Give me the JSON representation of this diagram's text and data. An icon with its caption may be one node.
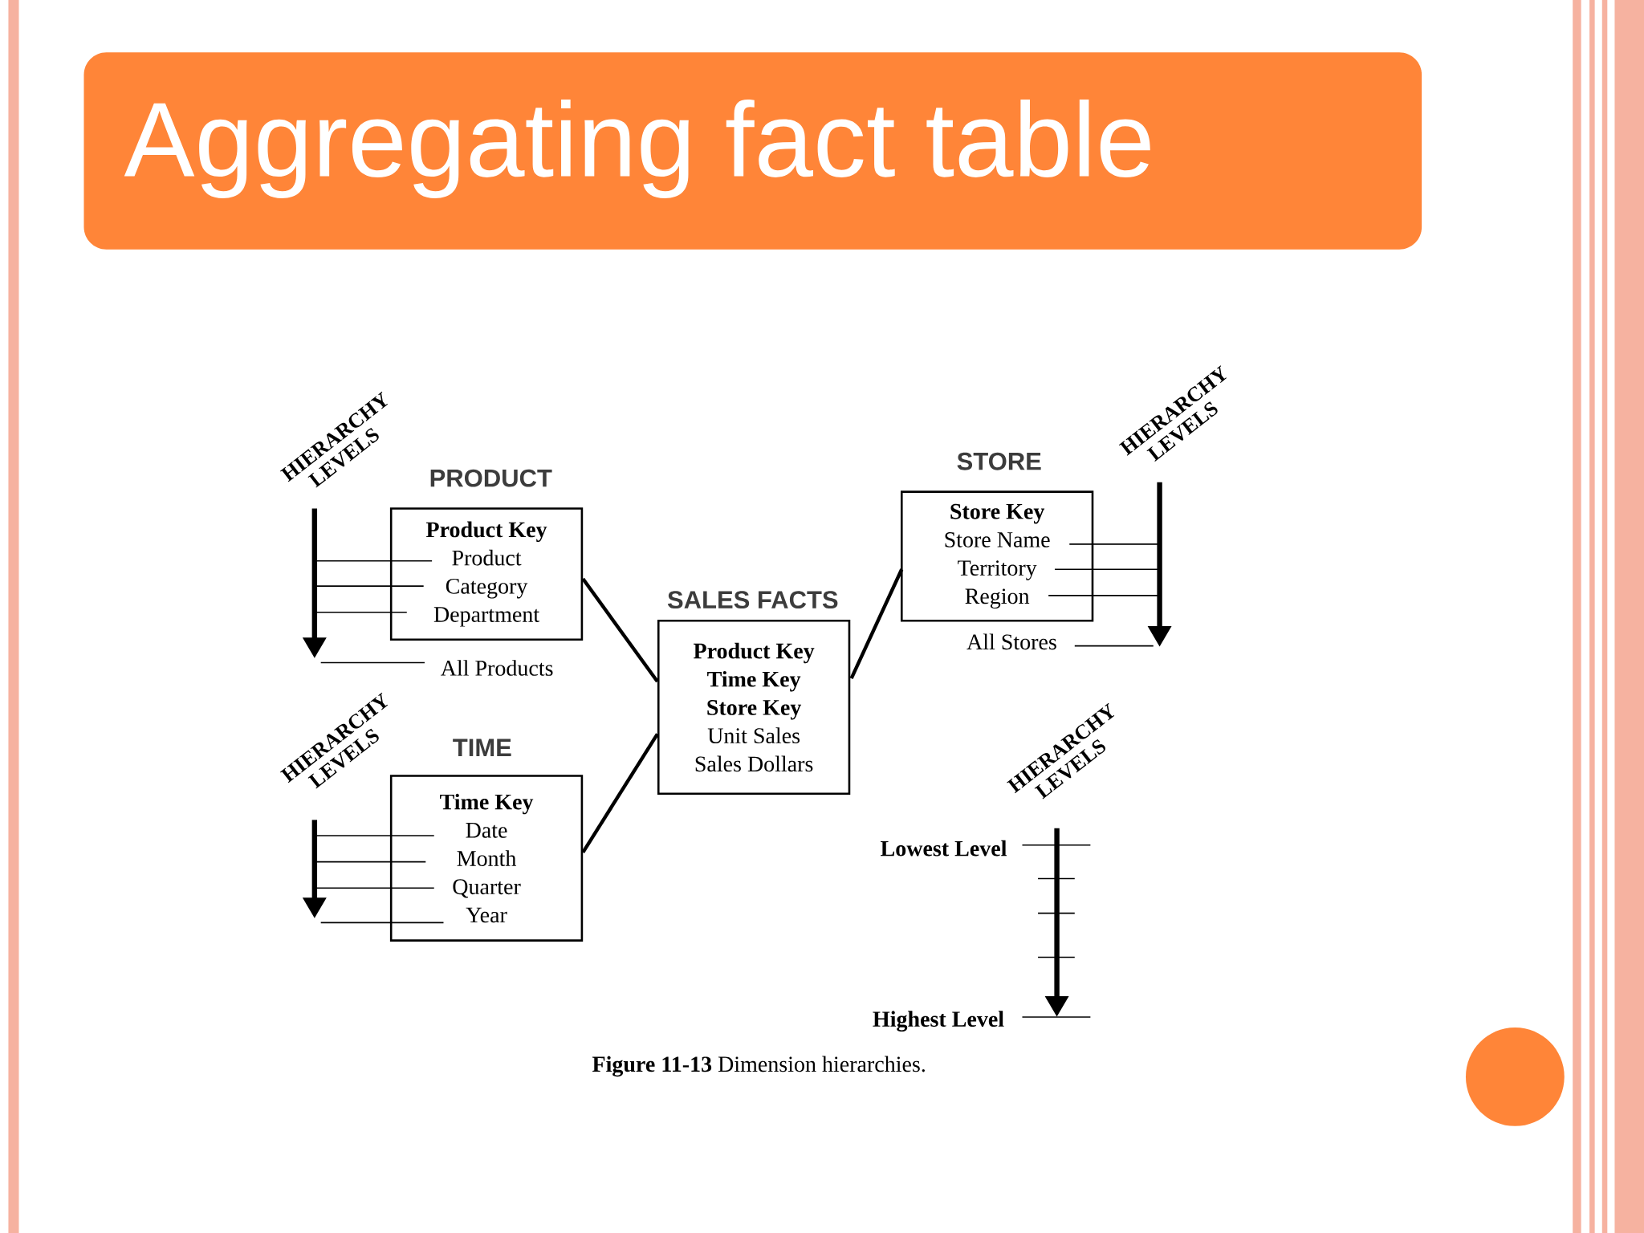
{
  "diagram": {
    "title": "Aggregating fact table",
    "caption": "**Figure 11-13** Dimension hierarchies.",
    "nodes": [
      {
        "text": [
          "PRODUCT",
          "Product Key",
          "Product",
          "Category",
          "Department"
        ]
      },
      {
        "text": [
          "SALES FACTS",
          "Product Key",
          "Time Key",
          "Store Key",
          "Unit Sales",
          "Sales Dollars"
        ]
      },
      {
        "text": [
          "STORE",
          "Store Key",
          "Store Name",
          "Territory",
          "Region"
        ]
      },
      {
        "text": [
          "TIME",
          "Time Key",
          "Date",
          "Month",
          "Quarter",
          "Year"
        ]
      }
    ],
    "edges": [
      {
        "from": 0,
        "to": 1,
        "arrow": "none"
      },
      {
        "from": 2,
        "to": 1,
        "arrow": "none"
      },
      {
        "from": 3,
        "to": 1,
        "arrow": "none"
      }
    ],
    "labels": [
      "HIERARCHY LEVELS",
      "HIERARCHY LEVELS",
      "All Products",
      "All Stores",
      "HIERARCHY LEVELS",
      "HIERARCHY LEVELS",
      "Lowest Level",
      "Highest Level"
    ]
  }
}
